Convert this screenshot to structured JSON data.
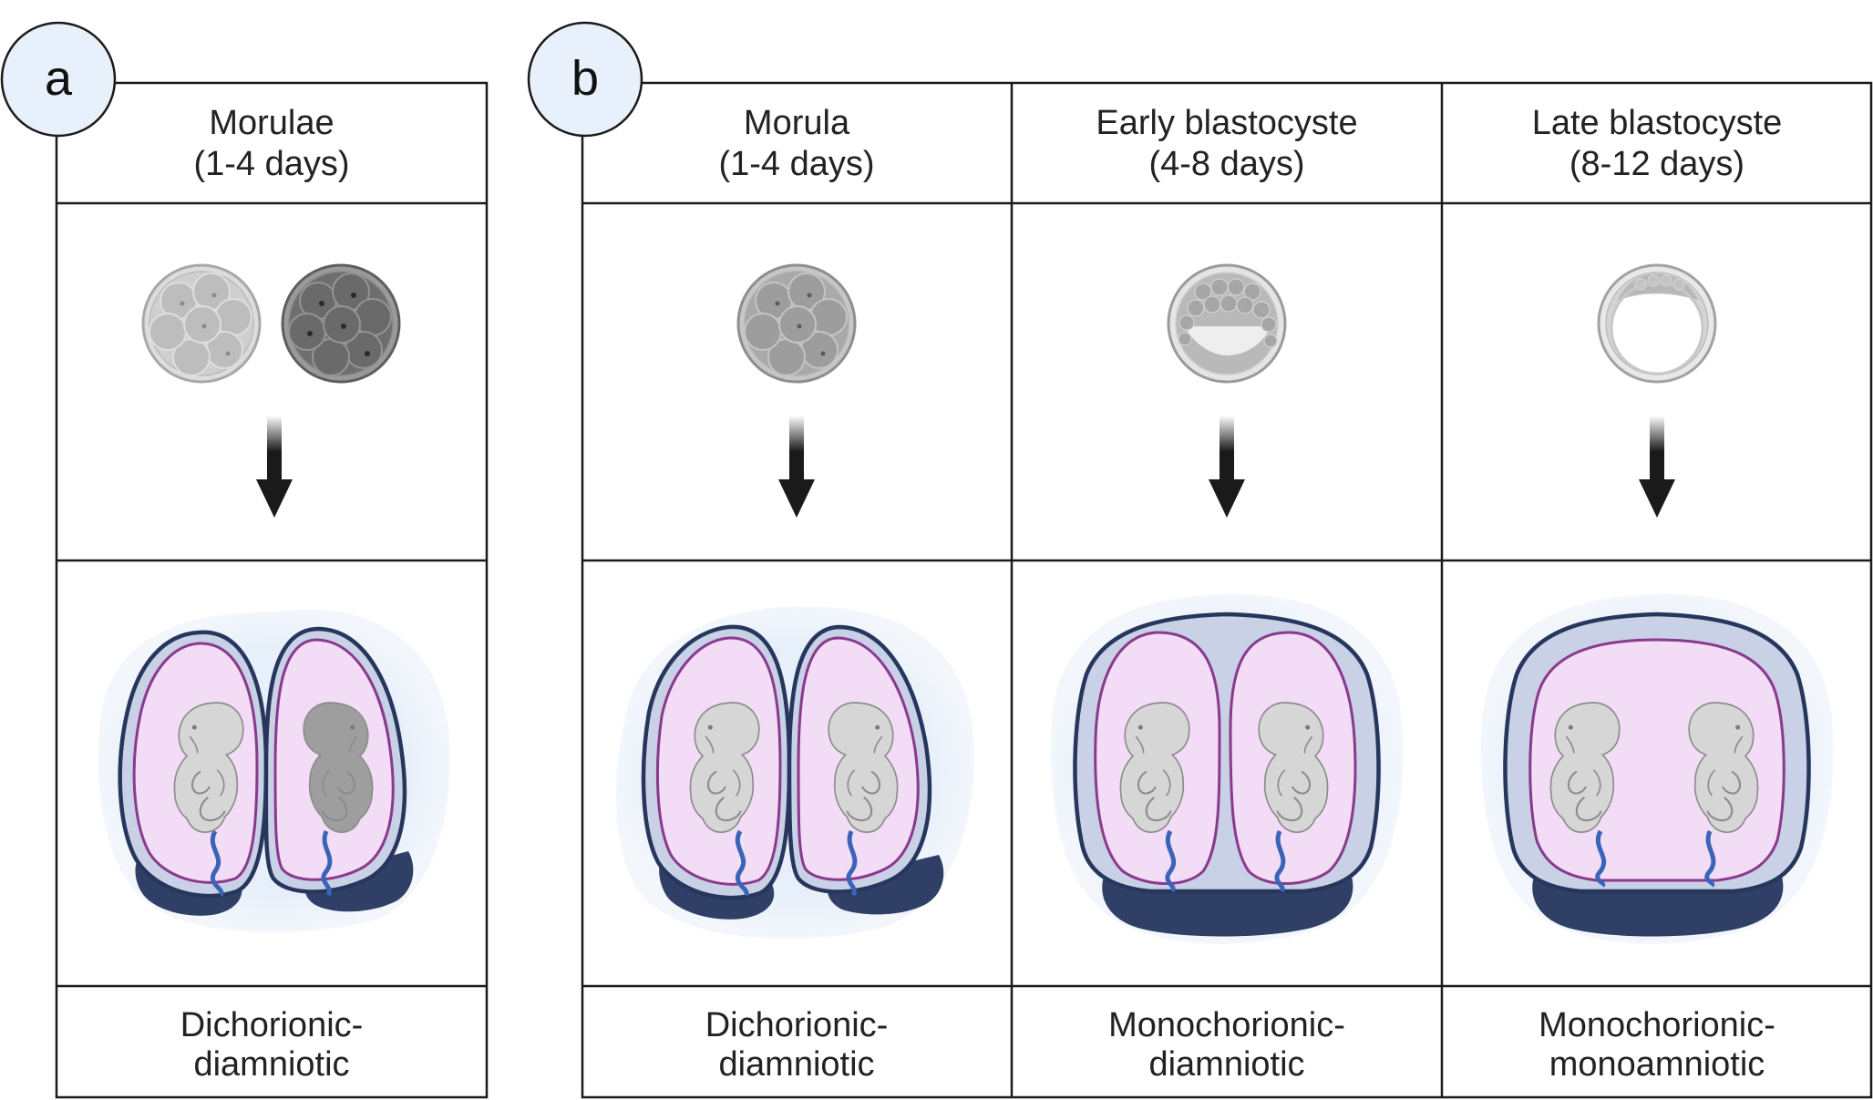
{
  "colors": {
    "border": "#1a1a1a",
    "circle_fill": "#e8f1fb",
    "halo": "#eaf2fb",
    "chorion_outline": "#26365c",
    "chorion_fill": "#c9d1e6",
    "placenta": "#2f3f66",
    "amnion_outline": "#8a3a8c",
    "amnion_fill": "#f2dcf6",
    "cord": "#3b63b8",
    "arrow": "#1a1a1a"
  },
  "panel_a": {
    "letter": "a",
    "header": {
      "line1": "Morulae",
      "line2": "(1-4 days)"
    },
    "embryos": [
      "light-morula-icon",
      "dark-morula-icon"
    ],
    "footer": {
      "line1": "Dichorionic-",
      "line2": "diamniotic"
    }
  },
  "panel_b": {
    "letter": "b",
    "columns": [
      {
        "header": {
          "line1": "Morula",
          "line2": "(1-4 days)"
        },
        "embryo": "morula-icon",
        "twin_type": "dichorionic-diamniotic",
        "footer": {
          "line1": "Dichorionic-",
          "line2": "diamniotic"
        }
      },
      {
        "header": {
          "line1": "Early blastocyste",
          "line2": "(4-8 days)"
        },
        "embryo": "early-blastocyst-icon",
        "twin_type": "monochorionic-diamniotic",
        "footer": {
          "line1": "Monochorionic-",
          "line2": "diamniotic"
        }
      },
      {
        "header": {
          "line1": "Late blastocyste",
          "line2": "(8-12 days)"
        },
        "embryo": "late-blastocyst-icon",
        "twin_type": "monochorionic-monoamniotic",
        "footer": {
          "line1": "Monochorionic-",
          "line2": "monoamniotic"
        }
      }
    ]
  }
}
